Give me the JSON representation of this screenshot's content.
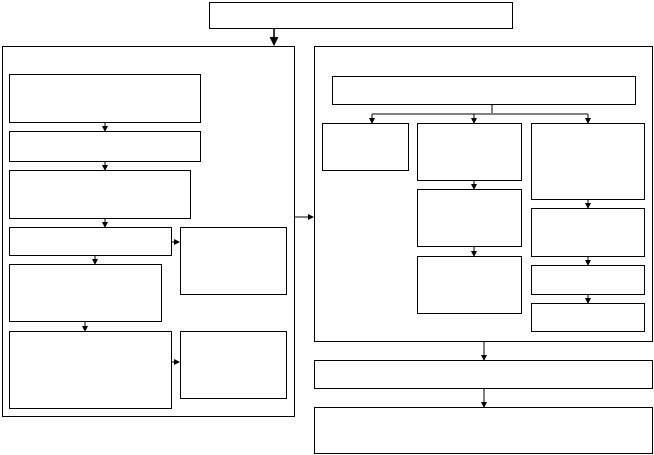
{
  "diagram": {
    "type": "flowchart",
    "title": "",
    "nodes": [
      {
        "id": "top",
        "text": ""
      },
      {
        "id": "left-panel",
        "text": ""
      },
      {
        "id": "left-step-1",
        "text": ""
      },
      {
        "id": "left-step-2",
        "text": ""
      },
      {
        "id": "left-step-3",
        "text": ""
      },
      {
        "id": "left-step-4",
        "text": ""
      },
      {
        "id": "left-side-1",
        "text": ""
      },
      {
        "id": "left-step-5",
        "text": ""
      },
      {
        "id": "left-step-6",
        "text": ""
      },
      {
        "id": "left-side-2",
        "text": ""
      },
      {
        "id": "right-panel",
        "text": ""
      },
      {
        "id": "right-header",
        "text": ""
      },
      {
        "id": "right-col-a-1",
        "text": ""
      },
      {
        "id": "right-col-b-1",
        "text": ""
      },
      {
        "id": "right-col-b-2",
        "text": ""
      },
      {
        "id": "right-col-b-3",
        "text": ""
      },
      {
        "id": "right-col-c-1",
        "text": ""
      },
      {
        "id": "right-col-c-2",
        "text": ""
      },
      {
        "id": "right-col-c-3",
        "text": ""
      },
      {
        "id": "right-col-c-4",
        "text": ""
      },
      {
        "id": "bottom-1",
        "text": ""
      },
      {
        "id": "bottom-2",
        "text": ""
      }
    ],
    "edges": [
      {
        "from": "top",
        "to": "left-panel"
      },
      {
        "from": "left-step-1",
        "to": "left-step-2"
      },
      {
        "from": "left-step-2",
        "to": "left-step-3"
      },
      {
        "from": "left-step-3",
        "to": "left-step-4"
      },
      {
        "from": "left-step-4",
        "to": "left-side-1"
      },
      {
        "from": "left-step-4",
        "to": "left-step-5"
      },
      {
        "from": "left-step-5",
        "to": "left-step-6"
      },
      {
        "from": "left-step-6",
        "to": "left-side-2"
      },
      {
        "from": "left-panel",
        "to": "right-panel"
      },
      {
        "from": "right-header",
        "to": "right-col-a-1"
      },
      {
        "from": "right-header",
        "to": "right-col-b-1"
      },
      {
        "from": "right-header",
        "to": "right-col-c-1"
      },
      {
        "from": "right-col-b-1",
        "to": "right-col-b-2"
      },
      {
        "from": "right-col-b-2",
        "to": "right-col-b-3"
      },
      {
        "from": "right-col-c-1",
        "to": "right-col-c-2"
      },
      {
        "from": "right-col-c-2",
        "to": "right-col-c-3"
      },
      {
        "from": "right-col-c-3",
        "to": "right-col-c-4"
      },
      {
        "from": "right-panel",
        "to": "bottom-1"
      },
      {
        "from": "bottom-1",
        "to": "bottom-2"
      }
    ],
    "colors": {
      "stroke": "#000000",
      "fill": "#ffffff"
    }
  }
}
